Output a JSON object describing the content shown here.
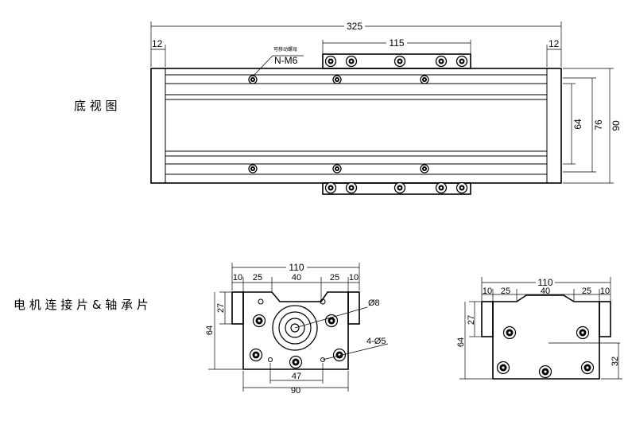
{
  "labels": {
    "bottom_view": "底 视 图",
    "motor_plate": "电 机 连 接 片 & 轴 承 片"
  },
  "bottom_view": {
    "dims": {
      "overall_length": "325",
      "end_cap_left": "12",
      "end_cap_right": "12",
      "carriage": "115",
      "width_inner": "64",
      "width_mid": "76",
      "width_total": "90"
    },
    "note_small": "可移动螺母",
    "note_nut": "N-M6"
  },
  "motor_plate": {
    "dims": {
      "total": "110",
      "seg1": "10",
      "seg2": "25",
      "seg3": "40",
      "seg4": "25",
      "seg5": "10",
      "height_left": "27",
      "height_total": "64",
      "bore": "Ø8",
      "holes": "4-Ø5",
      "hole_spacing": "47",
      "base": "90"
    }
  },
  "bearing_plate": {
    "dims": {
      "total": "110",
      "seg1": "10",
      "seg2": "25",
      "seg3": "40",
      "seg4": "25",
      "seg5": "10",
      "height_left": "27",
      "height_total": "64",
      "height_right": "32"
    }
  }
}
